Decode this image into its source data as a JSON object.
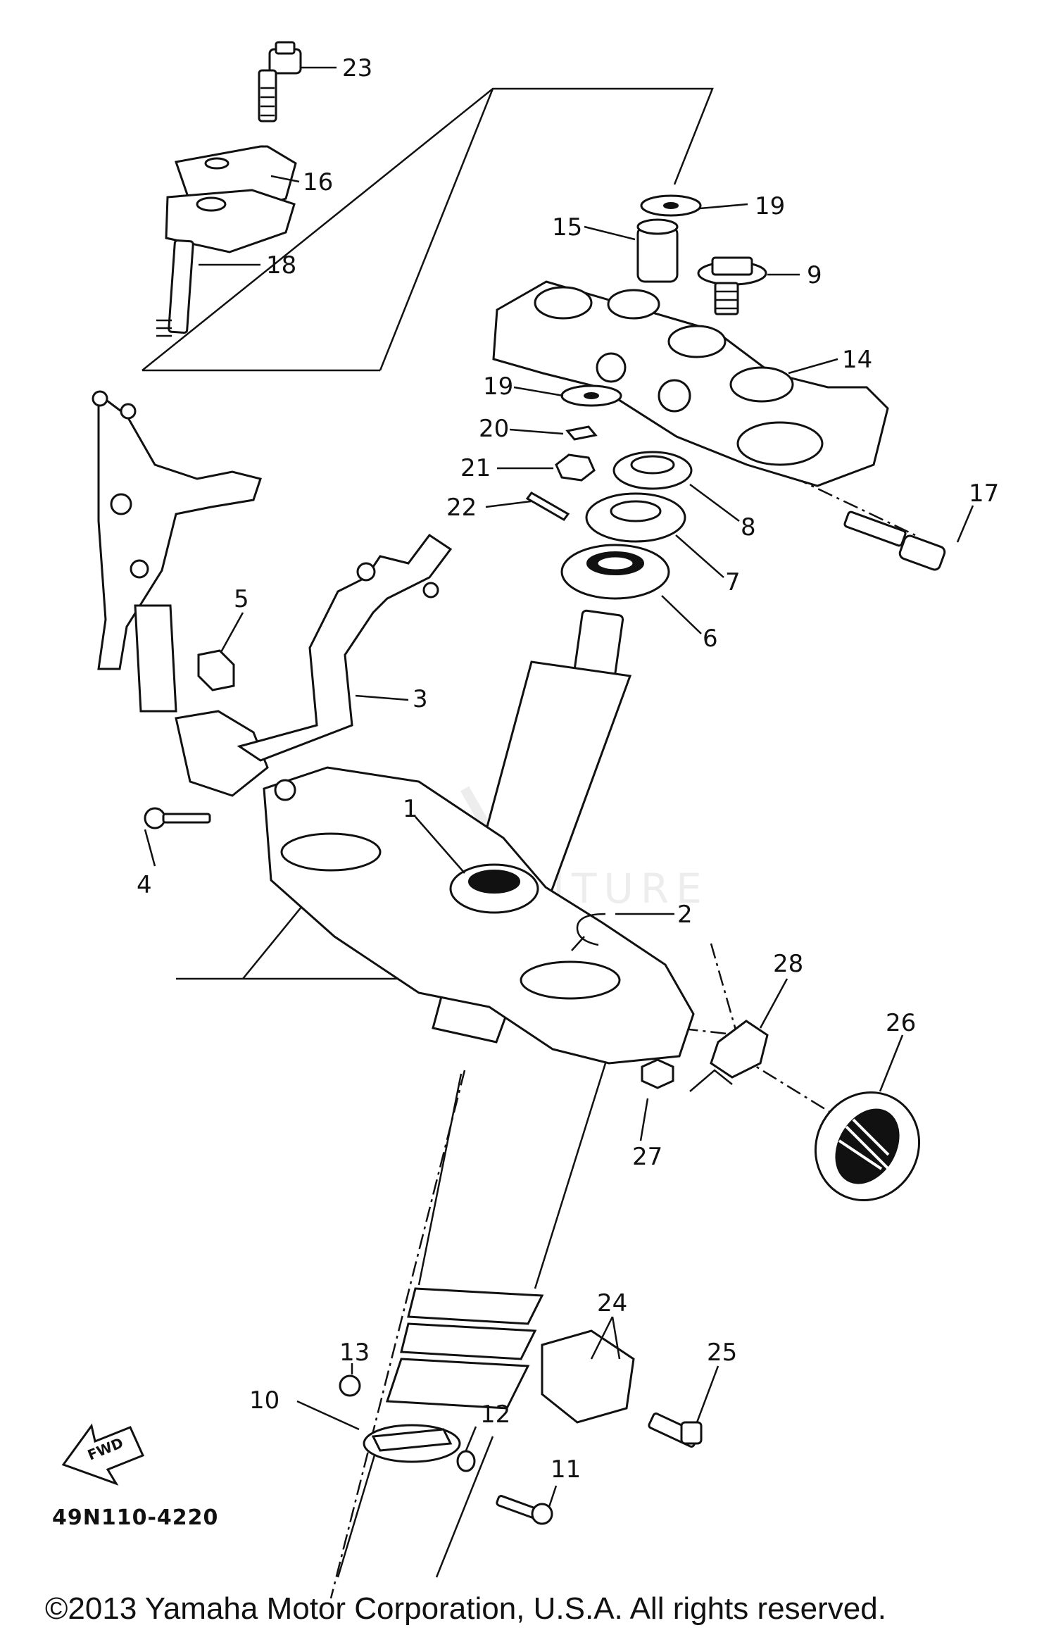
{
  "diagram": {
    "callouts": [
      {
        "id": "1",
        "label": "1"
      },
      {
        "id": "2",
        "label": "2"
      },
      {
        "id": "3",
        "label": "3"
      },
      {
        "id": "4",
        "label": "4"
      },
      {
        "id": "5",
        "label": "5"
      },
      {
        "id": "6",
        "label": "6"
      },
      {
        "id": "7",
        "label": "7"
      },
      {
        "id": "8",
        "label": "8"
      },
      {
        "id": "9",
        "label": "9"
      },
      {
        "id": "10",
        "label": "10"
      },
      {
        "id": "11",
        "label": "11"
      },
      {
        "id": "12",
        "label": "12"
      },
      {
        "id": "13",
        "label": "13"
      },
      {
        "id": "14",
        "label": "14"
      },
      {
        "id": "15",
        "label": "15"
      },
      {
        "id": "16",
        "label": "16"
      },
      {
        "id": "17",
        "label": "17"
      },
      {
        "id": "18",
        "label": "18"
      },
      {
        "id": "19a",
        "label": "19"
      },
      {
        "id": "19b",
        "label": "19"
      },
      {
        "id": "20",
        "label": "20"
      },
      {
        "id": "21",
        "label": "21"
      },
      {
        "id": "22",
        "label": "22"
      },
      {
        "id": "23",
        "label": "23"
      },
      {
        "id": "24",
        "label": "24"
      },
      {
        "id": "25",
        "label": "25"
      },
      {
        "id": "26",
        "label": "26"
      },
      {
        "id": "27",
        "label": "27"
      },
      {
        "id": "28",
        "label": "28"
      }
    ],
    "fwd_label": "FWD",
    "diagram_code": "49N110-4220",
    "watermark_text": "LEADVENTURE"
  },
  "footer": {
    "copyright": "©2013 Yamaha Motor Corporation, U.S.A. All rights reserved."
  },
  "colors": {
    "ink": "#111111",
    "background": "#ffffff",
    "watermark": "#d8d8d8"
  }
}
